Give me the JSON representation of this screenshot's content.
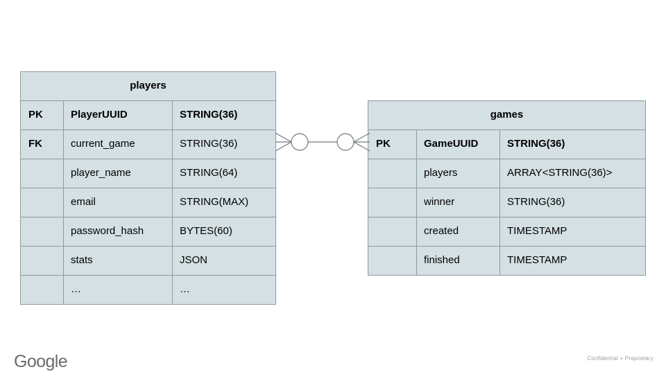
{
  "slide": {
    "background_color": "#ffffff",
    "table_fill_color": "#d4e0e3",
    "table_border_color": "#8d9a9c",
    "connector_color": "#6f7b7d"
  },
  "entities": [
    {
      "id": "players",
      "title": "players",
      "columns": [
        "key",
        "name",
        "type"
      ],
      "rows": [
        {
          "key": "PK",
          "name": "PlayerUUID",
          "type": "STRING(36)",
          "emphasis": true
        },
        {
          "key": "FK",
          "name": "current_game",
          "type": "STRING(36)",
          "emphasis": false
        },
        {
          "key": "",
          "name": "player_name",
          "type": "STRING(64)",
          "emphasis": false
        },
        {
          "key": "",
          "name": "email",
          "type": "STRING(MAX)",
          "emphasis": false
        },
        {
          "key": "",
          "name": "password_hash",
          "type": "BYTES(60)",
          "emphasis": false
        },
        {
          "key": "",
          "name": "stats",
          "type": "JSON",
          "emphasis": false
        },
        {
          "key": "",
          "name": "…",
          "type": "…",
          "emphasis": false
        }
      ]
    },
    {
      "id": "games",
      "title": "games",
      "columns": [
        "key",
        "name",
        "type"
      ],
      "rows": [
        {
          "key": "PK",
          "name": "GameUUID",
          "type": "STRING(36)",
          "emphasis": true
        },
        {
          "key": "",
          "name": "players",
          "type": "ARRAY<STRING(36)>",
          "emphasis": false
        },
        {
          "key": "",
          "name": "winner",
          "type": "STRING(36)",
          "emphasis": false
        },
        {
          "key": "",
          "name": "created",
          "type": "TIMESTAMP",
          "emphasis": false
        },
        {
          "key": "",
          "name": "finished",
          "type": "TIMESTAMP",
          "emphasis": false
        }
      ]
    }
  ],
  "relationship": {
    "from": "players",
    "to": "games",
    "notation": "crow-foot",
    "left_end": "many-zero",
    "right_end": "many-zero"
  },
  "footer": {
    "logo_text": "Google",
    "logo_color": "#6b6b6b",
    "confidential": "Confidential + Proprietary"
  }
}
